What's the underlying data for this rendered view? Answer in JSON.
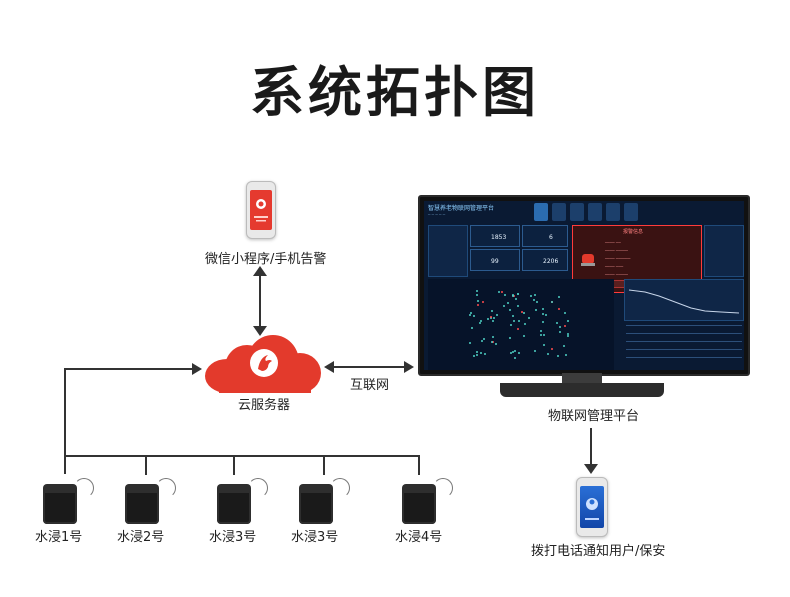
{
  "title": "系统拓扑图",
  "nodes": {
    "wechat": {
      "label": "微信小程序/手机告警"
    },
    "cloud": {
      "label": "云服务器"
    },
    "internet": {
      "label": "互联网"
    },
    "platform": {
      "label": "物联网管理平台"
    },
    "call": {
      "label": "拨打电话通知用户/保安"
    }
  },
  "platform_screen": {
    "app_title": "智慧养老物联网管理平台",
    "alarm_title": "报警信息",
    "values": [
      "1853",
      "6",
      "99",
      "2206"
    ]
  },
  "sensors": [
    {
      "label": "水浸1号"
    },
    {
      "label": "水浸2号"
    },
    {
      "label": "水浸3号"
    },
    {
      "label": "水浸3号"
    },
    {
      "label": "水浸4号"
    }
  ],
  "colors": {
    "accent_red": "#e33a2c",
    "screen_bg": "#0a1a33"
  }
}
